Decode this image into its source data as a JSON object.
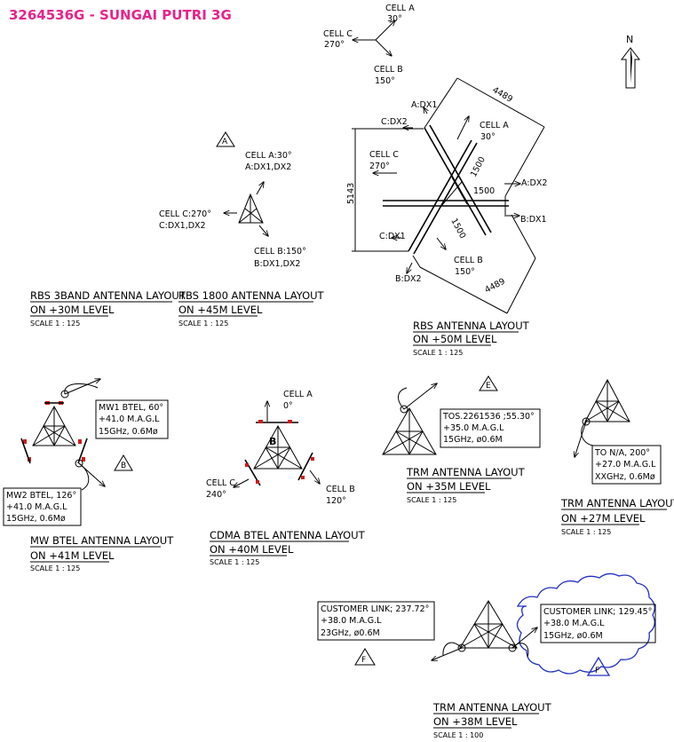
{
  "title": "3264536G - SUNGAI PUTRI 3G",
  "north": "N",
  "top_cells": {
    "cell_a": "CELL A",
    "cell_a_deg": "30°",
    "cell_b": "CELL B",
    "cell_b_deg": "150°",
    "cell_c": "CELL C",
    "cell_c_deg": "270°"
  },
  "rbs3band": {
    "marker": "A",
    "cell_a": "CELL A:30°",
    "cell_a_dx": "A:DX1,DX2",
    "cell_b": "CELL B:150°",
    "cell_b_dx": "B:DX1,DX2",
    "cell_c": "CELL C:270°",
    "cell_c_dx": "C:DX1,DX2",
    "caption1": "RBS 3BAND ANTENNA LAYOUT",
    "caption2": "ON +30M LEVEL",
    "scale": "SCALE 1 : 125"
  },
  "rbs1800": {
    "caption1": "RBS 1800 ANTENNA LAYOUT",
    "caption2": "ON +45M LEVEL",
    "scale": "SCALE 1 : 125"
  },
  "rbs": {
    "a_dx1": "A:DX1",
    "a_dx2": "A:DX2",
    "b_dx1": "B:DX1",
    "b_dx2": "B:DX2",
    "c_dx1": "C:DX1",
    "c_dx2": "C:DX2",
    "cell_a": "CELL A",
    "cell_a_deg": "30°",
    "cell_b": "CELL B",
    "cell_b_deg": "150°",
    "cell_c": "CELL C",
    "cell_c_deg": "270°",
    "dim_4489_top": "4489",
    "dim_4489_bottom": "4489",
    "dim_5143": "5143",
    "dim_1500_a": "1500",
    "dim_1500_b": "1500",
    "dim_1500_c": "1500",
    "caption1": "RBS ANTENNA LAYOUT",
    "caption2": "ON +50M LEVEL",
    "scale": "SCALE 1 : 125"
  },
  "mw": {
    "marker": "B",
    "box1": [
      "MW1 BTEL, 60°",
      "+41.0 M.A.G.L",
      "15GHz, 0.6Mø"
    ],
    "box2": [
      "MW2 BTEL, 126°",
      "+41.0 M.A.G.L",
      "15GHz, 0.6Mø"
    ],
    "caption1": "MW BTEL ANTENNA LAYOUT",
    "caption2": "ON +41M LEVEL",
    "scale": "SCALE 1 : 125"
  },
  "cdma": {
    "marker": "B",
    "cell_a": "CELL A",
    "cell_a_deg": "0°",
    "cell_b": "CELL B",
    "cell_b_deg": "120°",
    "cell_c": "CELL C",
    "cell_c_deg": "240°",
    "caption1": "CDMA BTEL ANTENNA LAYOUT",
    "caption2": "ON +40M LEVEL",
    "scale": "SCALE 1 : 125"
  },
  "trm35": {
    "marker": "E",
    "box": [
      "TOS.2261536 ;55.30°",
      "+35.0 M.A.G.L",
      "15GHz, ø0.6M"
    ],
    "caption1": "TRM ANTENNA LAYOUT",
    "caption2": "ON +35M LEVEL",
    "scale": "SCALE 1 : 125"
  },
  "trm27": {
    "box": [
      "TO N/A, 200°",
      "+27.0 M.A.G.L",
      "XXGHz, 0.6Mø"
    ],
    "caption1": "TRM ANTENNA LAYOUT",
    "caption2": "ON +27M LEVEL",
    "scale": "SCALE 1 : 125"
  },
  "trm38": {
    "marker1": "F",
    "marker2": "F",
    "box1": [
      "CUSTOMER LINK; 237.72°",
      "+38.0 M.A.G.L",
      "23GHz, ø0.6M"
    ],
    "box2": [
      "CUSTOMER LINK; 129.45°",
      "+38.0 M.A.G.L",
      "15GHz, ø0.6M"
    ],
    "caption1": "TRM ANTENNA LAYOUT",
    "caption2": "ON +38M LEVEL",
    "scale": "SCALE 1 : 100"
  },
  "colors": {
    "title": "#e6238c",
    "cloud": "#2030c0",
    "mount": "#d01818"
  }
}
